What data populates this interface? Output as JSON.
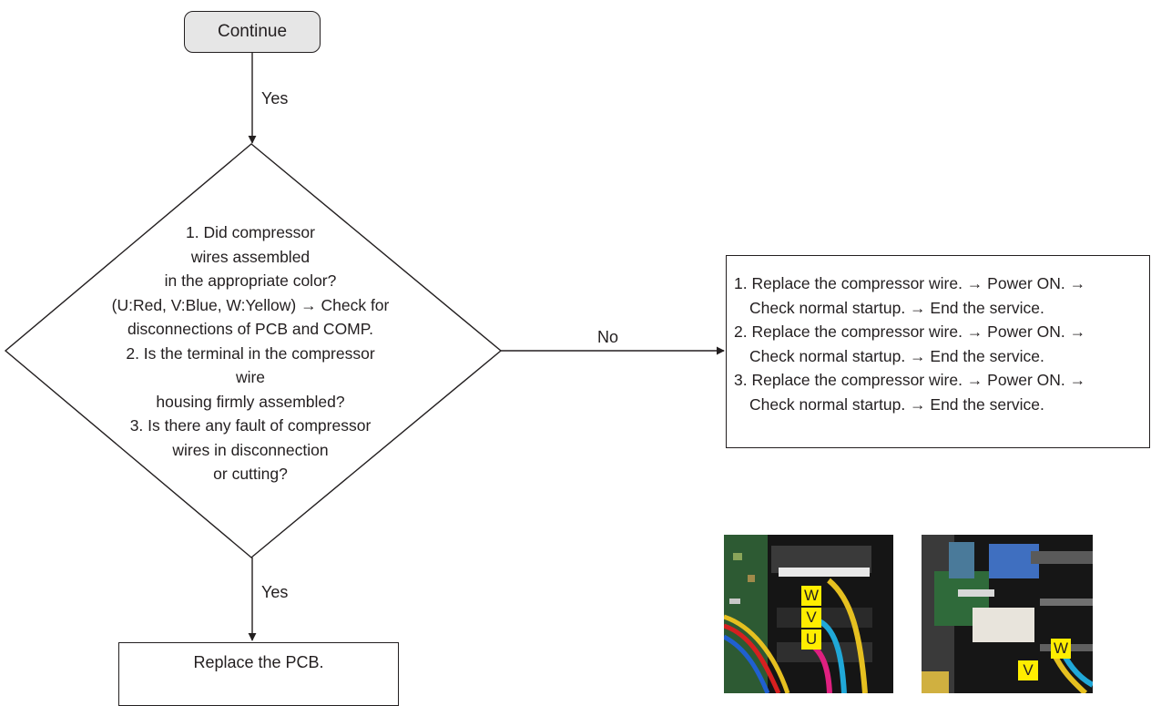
{
  "flowchart": {
    "start_label": "Continue",
    "edge_yes_top": "Yes",
    "decision_text": "1. Did compressor\nwires assembled\nin the appropriate color?\n(U:Red, V:Blue, W:Yellow) → Check for\ndisconnections of PCB and COMP.\n2. Is the terminal in the compressor wire\nhousing firmly assembled?\n3. Is there any fault of compressor\nwires in disconnection\nor cutting?",
    "edge_no": "No",
    "remedy_steps": [
      "1. Replace the compressor wire. → Power ON. →\nCheck normal startup. → End the service.",
      "2. Replace the compressor wire. → Power ON. →\nCheck normal startup. → End the service.",
      "3. Replace the compressor wire. → Power ON. →\nCheck normal startup. → End the service."
    ],
    "edge_yes_bottom": "Yes",
    "bottom_action": "Replace the PCB."
  },
  "photos": {
    "left": {
      "tags": [
        "W",
        "V",
        "U"
      ]
    },
    "right": {
      "tags": [
        "W",
        "V"
      ]
    }
  },
  "colors": {
    "tag_yellow": "#ffed00",
    "start_fill": "#e6e6e6",
    "line": "#231f20"
  }
}
